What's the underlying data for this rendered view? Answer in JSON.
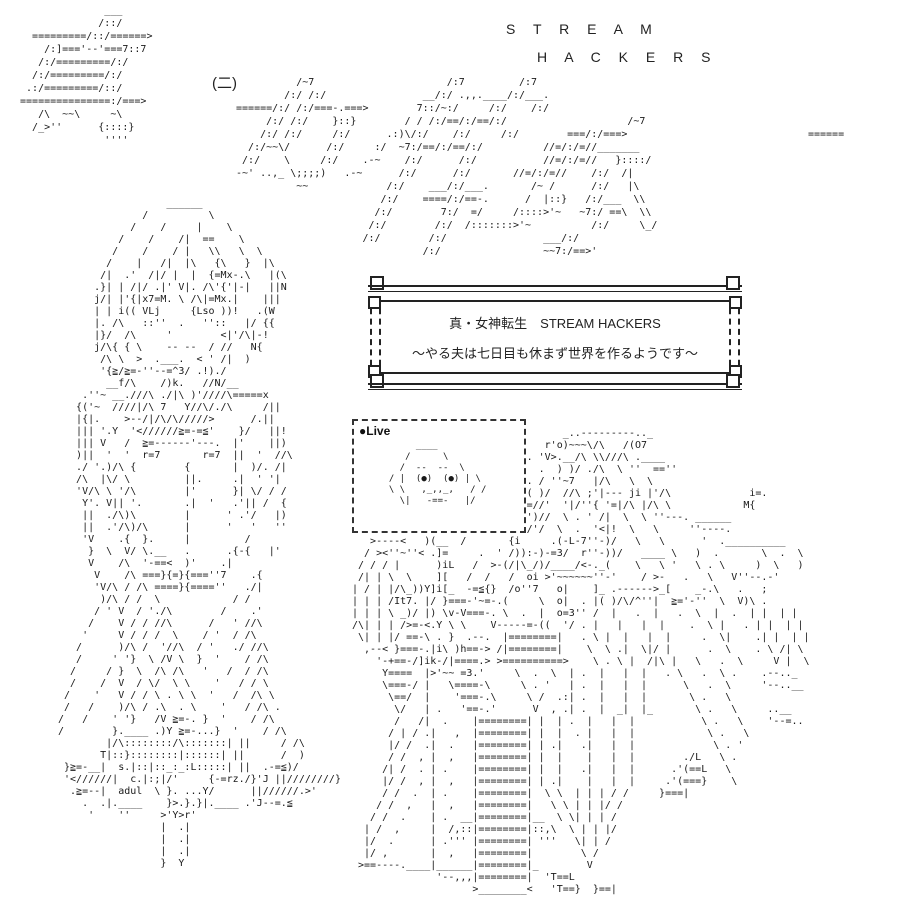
{
  "header": {
    "stream": "S T R E A M",
    "hackers": "H A C K E R S",
    "thread_counter": "(二)"
  },
  "banner": {
    "title_line": "真・女神転生　STREAM HACKERS",
    "subtitle_line": "～やる夫は七日目も休まず世界を作るようです～"
  },
  "live_box": {
    "label": "●Live"
  },
  "logo_aa": [
    "               ___",
    "              /::/",
    "   =========/::/======>",
    "     /:]==='--'===7::7",
    "    /:/=========/:/",
    "   /:/=========/:/",
    "  .:/=========/::/",
    " ===============:/===>",
    "    /\\  ~~\\     ~\\",
    "   /_>''      {::::}",
    "               ''''"
  ],
  "title_aa": [
    "           /~7                      /:7         /:7",
    "         /:/ /:/                __/:/ .,,.____/:/___.",
    " ======/:/ /:/===-.===>        7::/~:/     /:/    /:/",
    "      /:/ /:/    }::}        / / /:/==/:/==/:/                    /~7",
    "     /:/ /:/     /:/      .:)\\/:/    /:/     /:/        ===/:/===>                              ======",
    "   /:/~~\\/      /:/     :/  ~7:/==/:/==/:/          //=/:/=//_______",
    "  /:/    \\     /:/    .-~    /:/      /:/           //=/:/=//   }::::/",
    " -~' ..,_ \\;;;;)   .-~      /:/      /:/       //=/:/=//    /:/  /|",
    "           ~~             /:/    ___/:/___.       /~ /      /:/   |\\",
    "                         /:/    ====/:/==-.      /  |::}   /:/___  \\\\",
    "                        /:/        7:/  =/     /::::>'~   ~7:/ ==\\  \\\\",
    "                       /:/        /:/  /:::::::>'~          /:/     \\_/",
    "                      /:/        /:/                ___/:/",
    "                                /:/                 ~~7:/==>'"
  ],
  "live_face_aa": [
    "       ____",
    "     /      \\",
    "    /  --  --  \\",
    "  / |  (●)  (●) | \\",
    "  \\ \\   ,_,,_,   / /",
    "    \\|   -==-   |/"
  ],
  "left_character_aa": [
    "                  ______",
    "              /          \\",
    "            /    /     |    \\",
    "          /    /    /|  ==    \\",
    "         /    /    / |   \\\\   \\  \\",
    "        /    |   /|  |\\   {\\   }  |\\",
    "       /|  .'  /|/ |  |  {=Mx-.\\   |(\\",
    "      .}| | /|/ .|' V|. /\\'{'|-|   ||N",
    "      j/| |'{|x7=M. \\ /\\|=Mx.|    |||",
    "      | | i(( VLj     {Lso ))!   .(W",
    "      |. /\\   ::''  .   ''::   |/ {{",
    "      |}/  /\\     '        <|'/\\|-!",
    "      j/\\{ { \\    -- --  / //   N{",
    "       /\\ \\  >  .___.  < ' /|  )",
    "       '{≧/≧=-''--=^3/ .!)./",
    "        __f/\\    /)k.   //N/__",
    "    .''~ __.///\\ ./|\\ )'////\\=====x",
    "   {('~  ////|/\\ 7   Y//\\/./\\     /||",
    "   |{|.    >--/|/\\/\\/////>      /.||",
    "   ||| '.Y  '<//////≧=-=≦'    }/   ||!",
    "   ||| V   /  ≧=------'---.  |'    ||)",
    "   )||  '  '  r=7       r=7  ||  '  //\\",
    "   ./ '.)/\\ {        {       |  )/. /|",
    "   /\\  |\\/ \\         ||.     .|  ' '|",
    "   'V/\\ \\ '/\\        |'      }| \\/ / /",
    "    Y'. V|| '.       .|  '   .'|| /  {",
    "    ||  ./\\)\\        |      ' .'/   |)",
    "    ||  .'/\\)/\\      |      '   '   ''",
    "    'V    .{  }.     |         /",
    "     }  \\  V/ \\.__   .      .{-{   |'",
    "     V    /\\  '-==<  )'    .|",
    "      V    /\\ ===}{=}{===''7    .{",
    "      'V/\\ / /\\ ====}{====''   ./|",
    "       )/\\ / /  \\            / /",
    "      / ' V  / './\\        /    .'",
    "     /    V / / //\\      /   ' //\\",
    "    '     V / / /  \\    / '  / /\\",
    "   /      )/\\ /  '//\\  / '   ./ //\\",
    "   /     ' '}  \\ /V \\  }  '    / /\\",
    "  /     / }  \\  /\\ /\\   '   /  / /\\",
    "  /    /  V  / \\/  \\ \\    '   / / \\",
    " /    '   V / / \\ . \\ \\  '   /  /\\ \\",
    " /   /    )/\\ / .\\  . \\    '   / /\\ .",
    "/   /    ' '}   /V ≧=-. }  '    / /\\",
    "/        }.____ .)Y ≧=-...}  '    / /\\",
    "        |/\\::::::::/\\:::::::| ||     / /\\",
    "       T|::}::::::::|::::::| ||      /  )",
    " }≧=-__|  s.|::|::_:_:L:::::| ||  .-=≦)/",
    " '<//////|  c.|:;|/'     {-=rz./}'J ||////////}",
    "  .≧=--|  adul  \\ }. ...Y/      ||//////.>'",
    "    .  .|.____    }>.}.}|.____ .'J--=.≦",
    "     '    ''     >'Y>r'",
    "                 |  .|",
    "                 |  .|",
    "                 |  .|",
    "                 }  Y"
  ],
  "right_character_aa": [
    "                                   _..---------.._",
    "                                r'o)~~~\\/\\   /(O7",
    "                             . 'V>.__/\\ \\\\///\\ .____",
    "                            /  .  ) )/ ./\\  \\ ''  ==''",
    "                          /  . / ''~7   |/\\   \\  \\",
    "                      ==//   ( )/  //\\ ;'|--- ji |'/\\             i=.",
    "                     /''     =//'  '|/''{ '=|/\\ |/\\ \\            M{",
    "                    /      ( ')//  \\ . ' /|  \\  \\ ''---. ______",
    "                   /       / /'/  \\  .  '<|!  \\   \\     ''----.",
    "   >----<   )(__  /       {i     .(-L-7''-)/   \\   \\      '  .__________",
    "  / ><''~''< .]=     .  ' /)):-)-=3/  r''-))/   ____ \\   )  .       \\  .  \\",
    " / / / |      )iL   /  >-(/|\\_/)/____/<-._(    \\   \\ '   \\ . \\     )  \\   )",
    " /| | \\  \\    ][   /  /   /  oi >'~~~~~~''-'    / >-   .   \\   V''--.-'",
    "| / | |/\\_))Y]i[_  -=≦{}  /o''7   o|    ]_ .------>_[    _-.\\   .   ;",
    "| | | /It7. |/ }===-'~=-.(     \\  o|  . |( )/\\/^''|  ≧='-''  \\  V)\\ .",
    "| | | \\ _)/ |) \\v-V===-. \\  .  |  o=3'' /  |   .  |   .  \\  |  .  | |  | |",
    "/\\| | | />=-<.Y \\ \\    V-----=-((  '/ . |   |   |  |    .  \\ |   . | |  | |",
    " \\| | |/ ==-\\ . }  .--.  |========|   . \\ |  |   |  |     .  \\|    .| |  | |",
    "  ,--< }===-.|i\\ )h==-> /|========|    \\  \\ .|  \\|/ |      .  \\    . \\ /| \\",
    "    '-+==-/]ik-/|====.> >==========>    \\ . \\ |  /|\\ |   \\   .  \\     V |  \\",
    "     Y====  |>'~~ =3.'     \\  .  \\  | .  |   |  |   . \\   .  \\ .    .--.._",
    "     \\===-/ |   \\====-\\     \\ . '   | .  |   |  |      \\   .  \\     '--..__",
    "      \\==/  |    '===-.\\     \\ /  .:| .  |   |  |       \\ .   \\",
    "       \\/   | .   '==-.'      V  , .| .  |  _|  |_       \\ .   \\     ..__",
    "       /   /|  .    |========| |  | .  |   |  |           \\ .   \\    '--=..",
    "      / | / .|   ,  |========| |  |  . |   |  |            \\ .   \\",
    "      |/ /  .|  .   |========| | .|   .|   |  |             \\ . '",
    "      / /  , |  ,   |========| |  |    |   |  |        ./L   \\ .",
    "     /| /  . | .    |========| |  |   .|   |  |      .'(==L   \\",
    "     |/ /  , |  ,   |========| | .|    |   |  |     .'(===}    \\",
    "     / /  .  | .    |========|  \\ \\  | | | / /     }===|",
    "    / /  ,   |  ,   |========|   \\ \\ | | |/ /",
    "   / /  .    | .  __|========|__  \\ \\| | | /",
    "  | /  ,     |  /,::|========|::,\\  \\ | | |/",
    "  |/  .      | .''' |========| '''   \\| | /",
    "  |/ ,       |  ,   |========|        \\ /",
    " >==----.____|______|========|_        V",
    "              '--,,,|========|  'T==L",
    "                    >________<   'T==}  }==|"
  ]
}
